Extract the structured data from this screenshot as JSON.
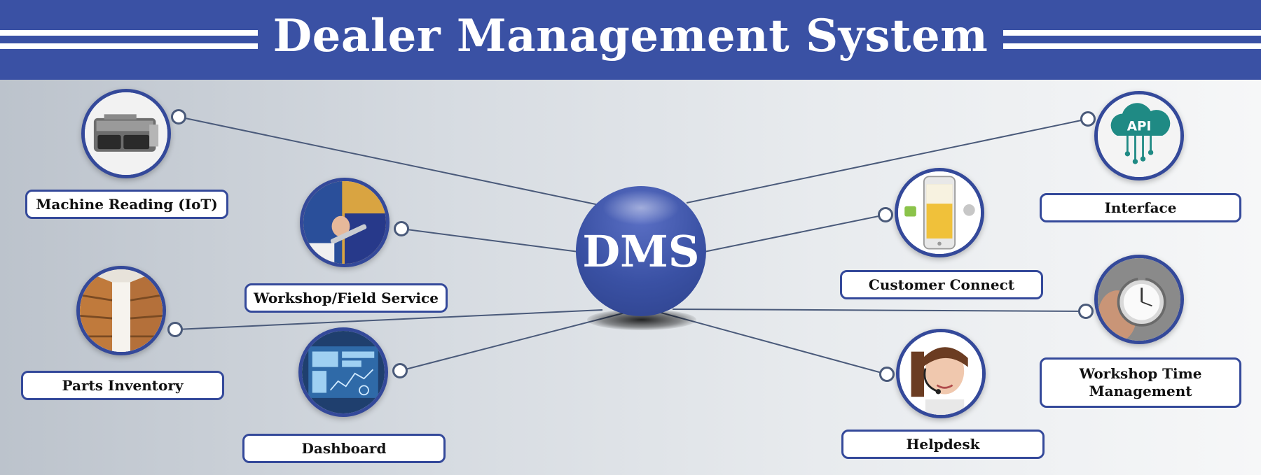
{
  "header": {
    "title": "Dealer Management System"
  },
  "hub": {
    "label": "DMS"
  },
  "colors": {
    "brand": "#3a51a4",
    "border": "#34499a",
    "connector": "#4a5a7a"
  },
  "modules": [
    {
      "id": "machine-reading",
      "label": "Machine Reading (IoT)",
      "icon": "ecu-module-icon"
    },
    {
      "id": "workshop-field-service",
      "label": "Workshop/Field Service",
      "icon": "mechanic-wrench-icon"
    },
    {
      "id": "parts-inventory",
      "label": "Parts Inventory",
      "icon": "warehouse-shelves-icon"
    },
    {
      "id": "dashboard",
      "label": "Dashboard",
      "icon": "analytics-screen-icon"
    },
    {
      "id": "interface",
      "label": "Interface",
      "icon": "api-cloud-icon"
    },
    {
      "id": "customer-connect",
      "label": "Customer Connect",
      "icon": "mobile-app-icon"
    },
    {
      "id": "workshop-time-management",
      "label": "Workshop Time Management",
      "icon": "stopwatch-icon"
    },
    {
      "id": "helpdesk",
      "label": "Helpdesk",
      "icon": "headset-agent-icon"
    }
  ]
}
